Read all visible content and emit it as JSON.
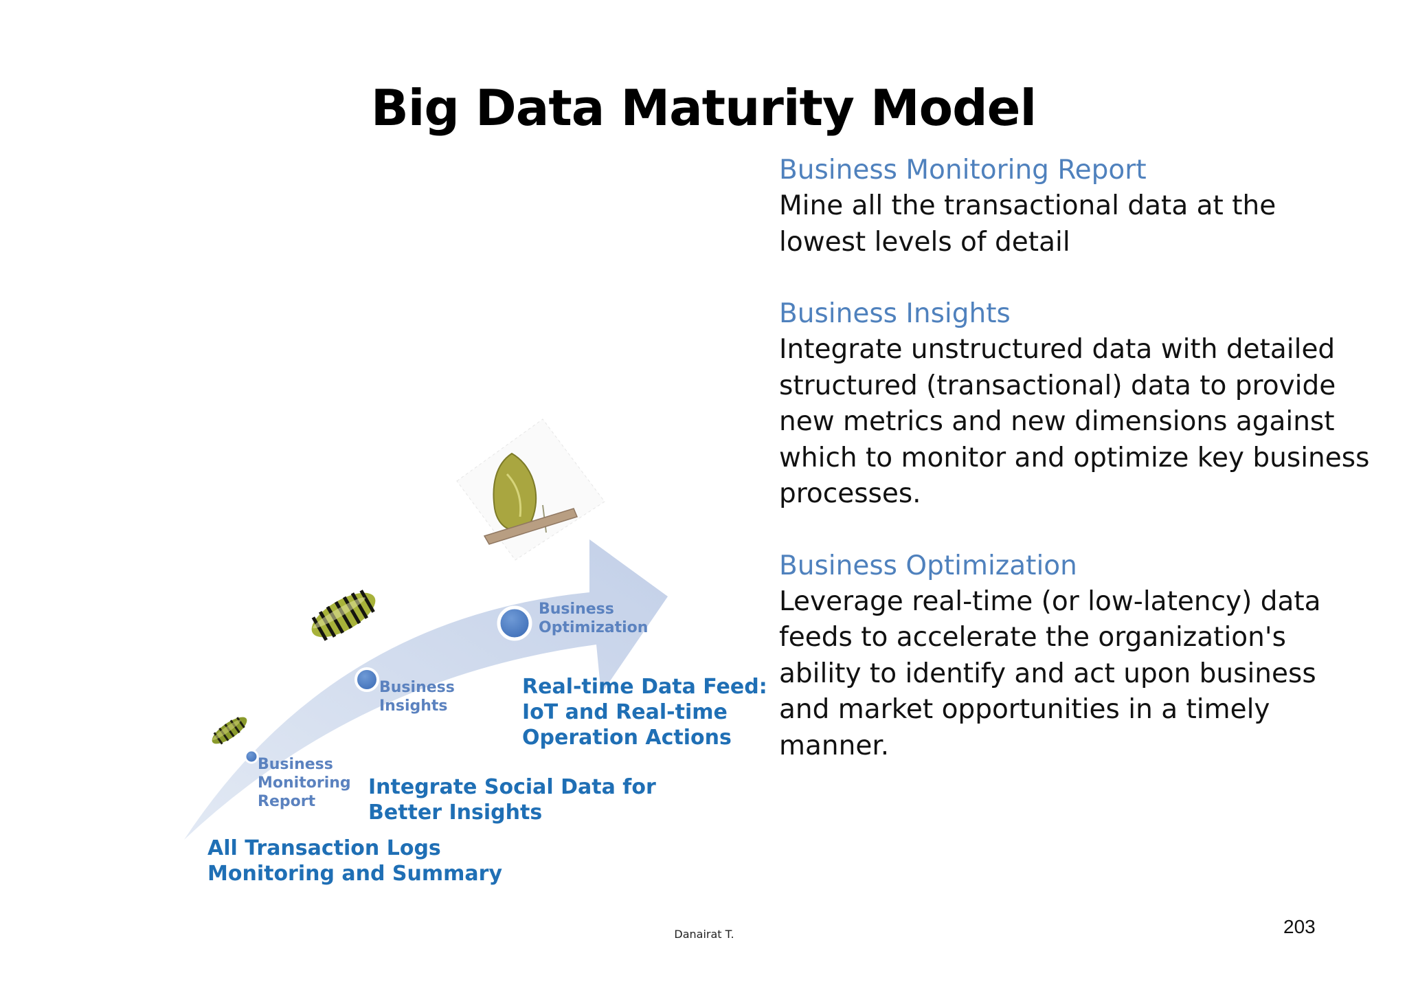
{
  "title": "Big Data Maturity Model",
  "descriptions": [
    {
      "heading": "Business Monitoring Report",
      "body": "Mine all the transactional data at the lowest levels of detail"
    },
    {
      "heading": "Business Insights",
      "body": "Integrate unstructured data with detailed structured (transactional) data to provide new metrics and new dimensions against which to monitor and optimize key business processes."
    },
    {
      "heading": "Business Optimization",
      "body": "Leverage real-time (or low-latency) data feeds to accelerate the organization's ability to identify and act upon business and market opportunities in a timely manner."
    }
  ],
  "diagram": {
    "nodes": [
      {
        "label": "Business\nMonitoring\nReport"
      },
      {
        "label": "Business\nInsights"
      },
      {
        "label": "Business\nOptimization"
      }
    ],
    "captions": [
      "All Transaction Logs\nMonitoring and Summary",
      "Integrate Social Data for\nBetter Insights",
      "Real-time Data Feed:\nIoT and Real-time\nOperation Actions"
    ],
    "colors": {
      "arrow": "#c9d5e9",
      "node": "#4a7bc4",
      "node_label": "#5b82bf",
      "caption": "#1f6fb5",
      "heading": "#4f81bd"
    },
    "icons": [
      "small-caterpillar-icon",
      "large-caterpillar-icon",
      "chrysalis-on-twig-icon"
    ]
  },
  "footer": {
    "author": "Danairat T.",
    "page_number": "203"
  }
}
